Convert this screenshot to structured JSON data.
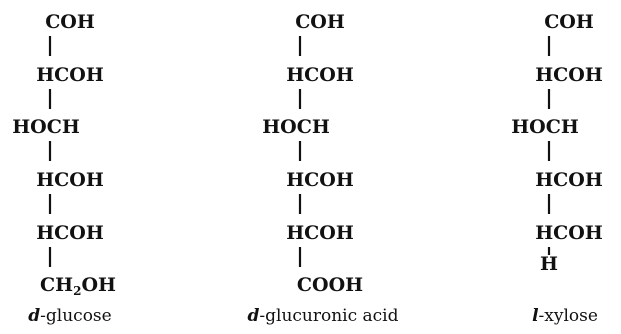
{
  "structures": [
    {
      "rows": [
        "COH",
        "HCOH",
        "HOCH",
        "HCOH",
        "HCOH",
        "CH2OH"
      ],
      "terminal": {
        "main1": "CH",
        "sub": "2",
        "main2": "OH"
      },
      "caption": {
        "prefix": "d",
        "name": "-glucose"
      }
    },
    {
      "rows": [
        "COH",
        "HCOH",
        "HOCH",
        "HCOH",
        "HCOH",
        "COOH"
      ],
      "caption": {
        "prefix": "d",
        "name": "-glucuronic acid"
      }
    },
    {
      "rows": [
        "COH",
        "HCOH",
        "HOCH",
        "HCOH",
        "HCOH",
        "H"
      ],
      "caption": {
        "prefix": "l",
        "name": "-xylose"
      }
    }
  ]
}
